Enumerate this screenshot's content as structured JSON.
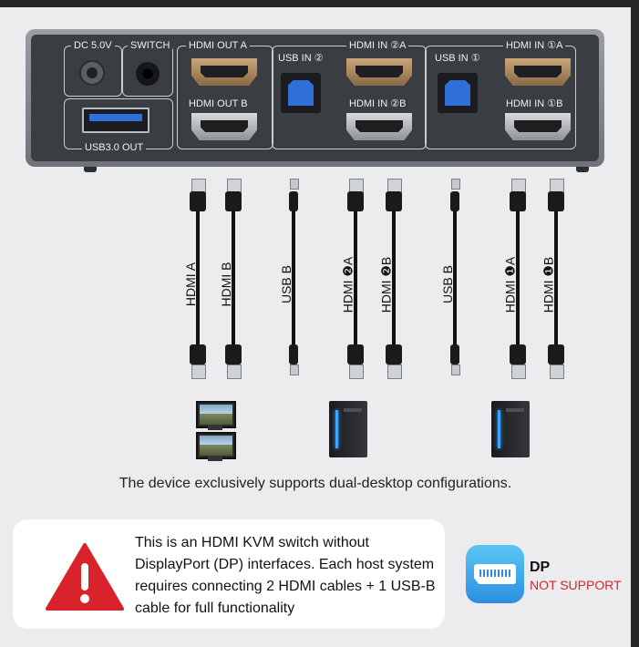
{
  "device": {
    "labels": {
      "dc": "DC 5.0V",
      "switch": "SWITCH",
      "hdmi_out_a": "HDMI OUT A",
      "hdmi_out_b": "HDMI OUT B",
      "usb_out": "USB3.0 OUT",
      "usb_in_2": "USB IN ②",
      "hdmi_in_2a": "HDMI IN ②A",
      "hdmi_in_2b": "HDMI IN ②B",
      "usb_in_1": "USB IN ①",
      "hdmi_in_1a": "HDMI IN ①A",
      "hdmi_in_1b": "HDMI IN ①B"
    }
  },
  "cables": [
    {
      "label": "HDMI A"
    },
    {
      "label": "HDMI B"
    },
    {
      "label": "USB B"
    },
    {
      "label": "HDMI ❷A"
    },
    {
      "label": "HDMI ❷B"
    },
    {
      "label": "USB B"
    },
    {
      "label": "HDMI ❶A"
    },
    {
      "label": "HDMI ❶B"
    }
  ],
  "caption": "The device exclusively supports dual-desktop configurations.",
  "warning": {
    "text": "This is an HDMI KVM switch without DisplayPort (DP) interfaces. Each host system requires connecting 2 HDMI cables + 1 USB-B cable for full functionality",
    "icon": "warning-triangle-icon",
    "color": "#d8232a"
  },
  "dp": {
    "title": "DP",
    "subtitle": "NOT SUPPORT",
    "subtitle_color": "#d7262d"
  }
}
